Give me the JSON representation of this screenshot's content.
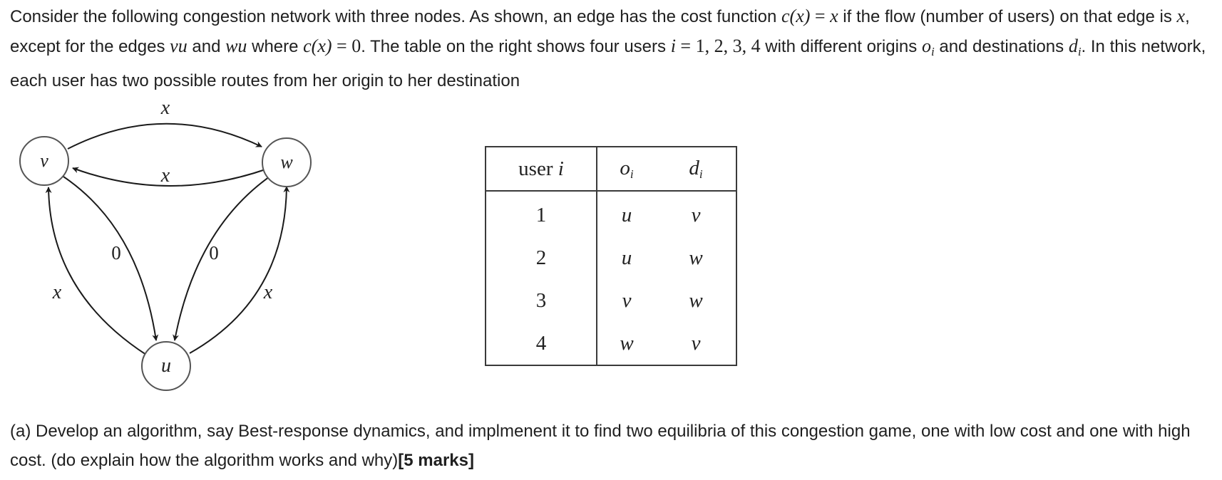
{
  "intro": {
    "s1": "Consider the following congestion network with three nodes. As shown, an edge has the cost function ",
    "cost_fn": "c(x)",
    "eq1": " = ",
    "x1": "x",
    "s2": " if the flow (number of users) on that edge is ",
    "x2": "x",
    "s3": ", except for the edges ",
    "e_vu": "vu",
    "s4": " and ",
    "e_wu": "wu",
    "s5": " where ",
    "cost_fn2": "c(x)",
    "eq2": " = 0",
    "s6": ". The table on the right shows four users ",
    "i_var": "i",
    "eq3": " = 1, 2, 3, 4",
    "s7": " with different origins ",
    "o_var": "o",
    "o_sub": "i",
    "s8": " and destinations ",
    "d_var": "d",
    "d_sub": "i",
    "s9": ". In this network, each user has two possible routes from her origin to her destination"
  },
  "graph": {
    "nodes": {
      "v": "v",
      "w": "w",
      "u": "u"
    },
    "edge_labels": {
      "v_to_w": "x",
      "w_to_v": "x",
      "v_to_u": "0",
      "w_to_u": "0",
      "u_to_v": "x",
      "u_to_w": "x"
    }
  },
  "table": {
    "headers": {
      "user": "user",
      "user_var": "i",
      "origin": "o",
      "origin_sub": "i",
      "dest": "d",
      "dest_sub": "i"
    },
    "rows": [
      {
        "user": "1",
        "origin": "u",
        "dest": "v"
      },
      {
        "user": "2",
        "origin": "u",
        "dest": "w"
      },
      {
        "user": "3",
        "origin": "v",
        "dest": "w"
      },
      {
        "user": "4",
        "origin": "w",
        "dest": "v"
      }
    ]
  },
  "partA": {
    "text": "(a) Develop an algorithm, say Best-response dynamics, and implmenent it to find two equilibria of this congestion game, one with low cost and one with high cost. (do explain how the algorithm works and why)",
    "marks": "[5 marks]"
  }
}
